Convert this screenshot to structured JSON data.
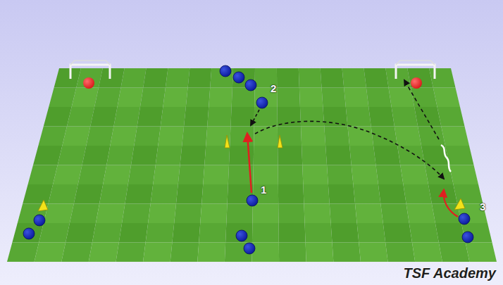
{
  "diagram": {
    "labels": [
      "2",
      "1",
      "3",
      "TSF Academy"
    ]
  }
}
